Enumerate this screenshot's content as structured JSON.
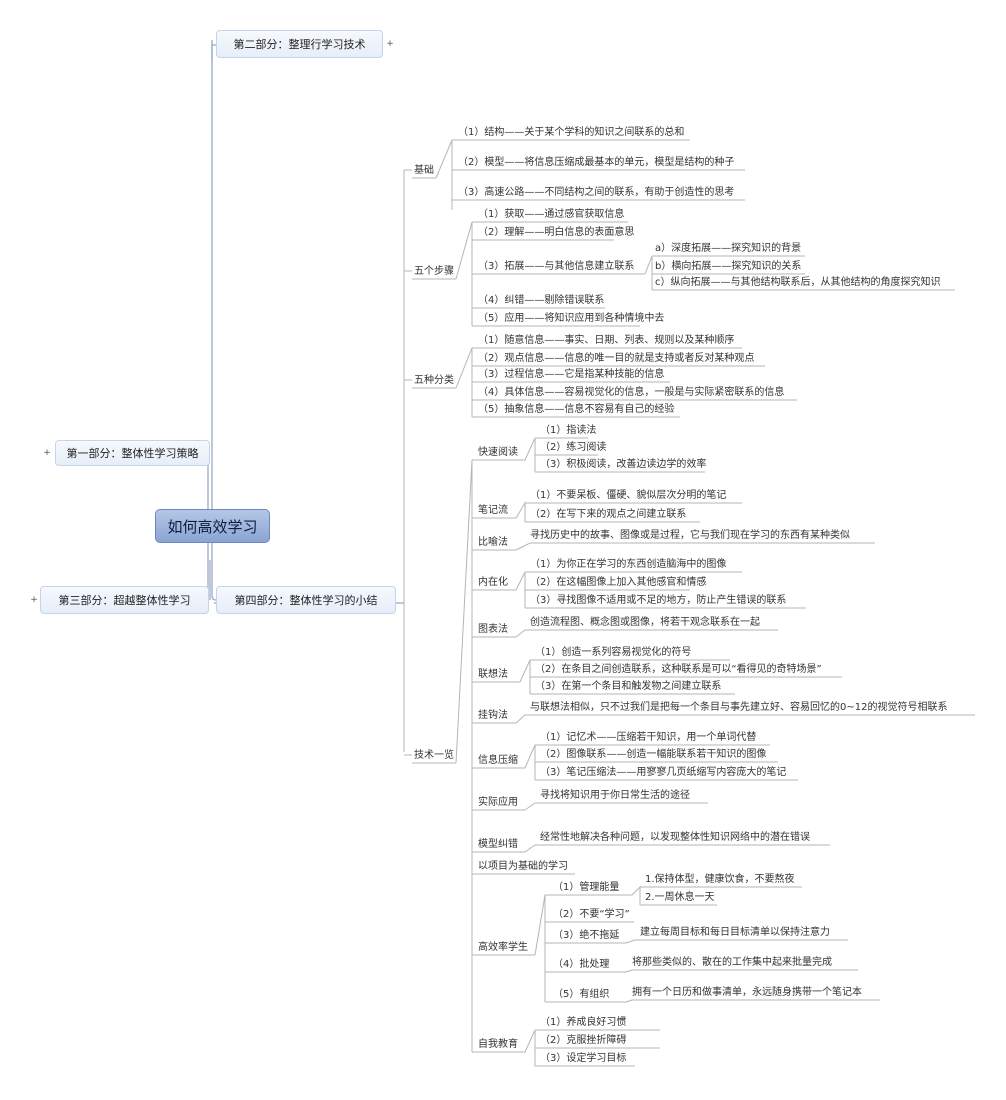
{
  "root": "如何高效学习",
  "expand_symbol": "+",
  "branches": {
    "part1": "第一部分：整体性学习策略",
    "part2": "第二部分：整理行学习技术",
    "part3": "第三部分：超越整体性学习",
    "part4": "第四部分：整体性学习的小结"
  },
  "basics": {
    "label": "基础",
    "items": [
      "（1）结构——关于某个学科的知识之间联系的总和",
      "（2）模型——将信息压缩成最基本的单元，模型是结构的种子",
      "（3）高速公路——不同结构之间的联系，有助于创造性的思考"
    ]
  },
  "steps": {
    "label": "五个步骤",
    "items": [
      "（1）获取——通过感官获取信息",
      "（2）理解——明白信息的表面意思",
      "（3）拓展——与其他信息建立联系",
      "（4）纠错——剔除错误联系",
      "（5）应用——将知识应用到各种情境中去"
    ],
    "sub": [
      "a）深度拓展——探究知识的背景",
      "b）横向拓展——探究知识的关系",
      "c）纵向拓展——与其他结构联系后，从其他结构的角度探究知识"
    ]
  },
  "classes": {
    "label": "五种分类",
    "items": [
      "（1）随意信息——事实、日期、列表、规则以及某种顺序",
      "（2）观点信息——信息的唯一目的就是支持或者反对某种观点",
      "（3）过程信息——它是指某种技能的信息",
      "（4）具体信息——容易视觉化的信息，一般是与实际紧密联系的信息",
      "（5）抽象信息——信息不容易有自己的经验"
    ]
  },
  "tech": {
    "label": "技术一览",
    "speed_reading": {
      "label": "快速阅读",
      "items": [
        "（1）指读法",
        "（2）练习阅读",
        "（3）积极阅读，改善边读边学的效率"
      ]
    },
    "notes": {
      "label": "笔记流",
      "items": [
        "（1）不要呆板、僵硬、貌似层次分明的笔记",
        "（2）在写下来的观点之间建立联系"
      ]
    },
    "metaphor": {
      "label": "比喻法",
      "text": "寻找历史中的故事、图像或是过程，它与我们现在学习的东西有某种类似"
    },
    "visualize": {
      "label": "内在化",
      "items": [
        "（1）为你正在学习的东西创造脑海中的图像",
        "（2）在这幅图像上加入其他感官和情感",
        "（3）寻找图像不适用或不足的地方，防止产生错误的联系"
      ]
    },
    "diagram": {
      "label": "图表法",
      "text": "创造流程图、概念图或图像，将若干观念联系在一起"
    },
    "association": {
      "label": "联想法",
      "items": [
        "（1）创造一系列容易视觉化的符号",
        "（2）在条目之间创造联系，这种联系是可以“看得见的奇特场景”",
        "（3）在第一个条目和触发物之间建立联系"
      ]
    },
    "peg": {
      "label": "挂钩法",
      "text": "与联想法相似，只不过我们是把每一个条目与事先建立好、容易回忆的0~12的视觉符号相联系"
    },
    "compression": {
      "label": "信息压缩",
      "items": [
        "（1）记忆术——压缩若干知识，用一个单词代替",
        "（2）图像联系——创造一幅能联系若干知识的图像",
        "（3）笔记压缩法——用寥寥几页纸缩写内容庞大的笔记"
      ]
    },
    "practical": {
      "label": "实际应用",
      "text": "寻找将知识用于你日常生活的途径"
    },
    "model_debug": {
      "label": "模型纠错",
      "text": "经常性地解决各种问题，以发现整体性知识网络中的潜在错误"
    },
    "project": {
      "label": "以项目为基础的学习"
    },
    "efficient": {
      "label": "高效率学生",
      "energy": "（1）管理能量",
      "energy_items": [
        "1.保持体型，健康饮食，不要熬夜",
        "2.一周休息一天"
      ],
      "no_study": "（2）不要“学习”",
      "no_delay": "（3）绝不拖延",
      "no_delay_text": "建立每周目标和每日目标清单以保持注意力",
      "batch": "（4）批处理",
      "batch_text": "将那些类似的、散在的工作集中起来批量完成",
      "organize": "（5）有组织",
      "organize_text": "拥有一个日历和做事清单，永远随身携带一个笔记本"
    },
    "self_edu": {
      "label": "自我教育",
      "items": [
        "（1）养成良好习惯",
        "（2）克服挫折障碍",
        "（3）设定学习目标"
      ]
    }
  }
}
